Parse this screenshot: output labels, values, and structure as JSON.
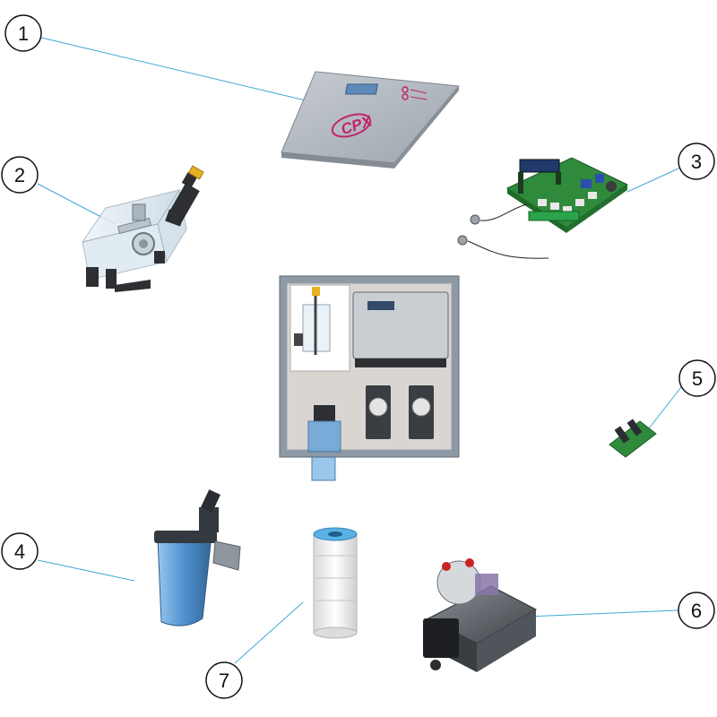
{
  "callouts": [
    {
      "id": "1",
      "label": "1"
    },
    {
      "id": "2",
      "label": "2"
    },
    {
      "id": "3",
      "label": "3"
    },
    {
      "id": "4",
      "label": "4"
    },
    {
      "id": "5",
      "label": "5"
    },
    {
      "id": "6",
      "label": "6"
    },
    {
      "id": "7",
      "label": "7"
    }
  ],
  "cover_logo": "CPX",
  "colors": {
    "leader_line": "#3fa9d4",
    "panel_frame": "#8e99a6",
    "panel_fill": "#d9d6d2",
    "pcb_green": "#2f8a3c",
    "filter_blue": "#3f86c8",
    "logo_magenta": "#c0246a"
  }
}
